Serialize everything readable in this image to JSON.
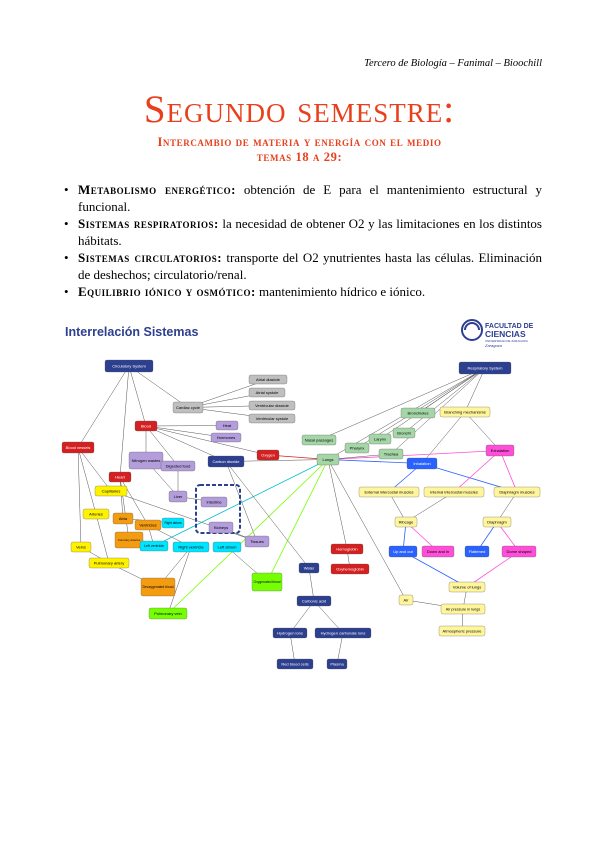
{
  "header_note": "Tercero de Biología – Fanimal – Bioochill",
  "title": "Segundo semestre:",
  "subtitle1": "Intercambio de materia y energía con el medio",
  "subtitle2": "temas 18 a 29:",
  "topics": [
    {
      "term": "Metabolismo energético:",
      "text": " obtención de E para el mantenimiento estructural y funcional."
    },
    {
      "term": "Sistemas respiratorios:",
      "text": " la necesidad de obtener O2 y las limitaciones en los distintos hábitats."
    },
    {
      "term": "Sistemas circulatorios:",
      "text": " transporte del O2 ynutrientes hasta las células. Eliminación de deshechos; circulatorio/renal."
    },
    {
      "term": "Equilibrio iónico y osmótico:",
      "text": " mantenimiento hídrico e iónico."
    }
  ],
  "figure": {
    "title": "Interrelación Sistemas",
    "logo": {
      "line1": "FACULTAD DE",
      "line2": "CIENCIAS",
      "line3": "UNIVERSIDAD DE ZARAGOZA",
      "line4": "Zaragoza"
    },
    "nodes": [
      {
        "id": "circ",
        "label": "Circulatory System",
        "color": "#2d3f8f",
        "fg": "#fff"
      },
      {
        "id": "resp",
        "label": "Respiratory System",
        "color": "#2d3f8f",
        "fg": "#fff"
      },
      {
        "id": "cardiac",
        "label": "Cardiac cycle",
        "color": "#bfbfbf",
        "fg": "#000"
      },
      {
        "id": "atrial_d",
        "label": "Atrial diastole",
        "color": "#bfbfbf",
        "fg": "#000"
      },
      {
        "id": "atrial_s",
        "label": "Atrial systole",
        "color": "#bfbfbf",
        "fg": "#000"
      },
      {
        "id": "vent_d",
        "label": "Ventricular diastole",
        "color": "#bfbfbf",
        "fg": "#000"
      },
      {
        "id": "vent_s",
        "label": "Ventricular systole",
        "color": "#bfbfbf",
        "fg": "#000"
      },
      {
        "id": "bloodvessels",
        "label": "Blood vessels",
        "color": "#d42020",
        "fg": "#fff"
      },
      {
        "id": "blood",
        "label": "Blood",
        "color": "#d42020",
        "fg": "#fff"
      },
      {
        "id": "heart",
        "label": "Heart",
        "color": "#d42020",
        "fg": "#fff"
      },
      {
        "id": "heat",
        "label": "Heat",
        "color": "#b39ddb",
        "fg": "#000"
      },
      {
        "id": "hormones",
        "label": "Hormones",
        "color": "#b39ddb",
        "fg": "#000"
      },
      {
        "id": "nitrogen",
        "label": "Nitrogen wastes",
        "color": "#b39ddb",
        "fg": "#000"
      },
      {
        "id": "digested",
        "label": "Digested food",
        "color": "#b39ddb",
        "fg": "#000"
      },
      {
        "id": "liver",
        "label": "Liver",
        "color": "#b39ddb",
        "fg": "#000"
      },
      {
        "id": "intestine",
        "label": "Intestine",
        "color": "#b39ddb",
        "fg": "#000"
      },
      {
        "id": "kidneys",
        "label": "Kidneys",
        "color": "#b39ddb",
        "fg": "#000"
      },
      {
        "id": "tissues",
        "label": "Tissues",
        "color": "#b39ddb",
        "fg": "#000"
      },
      {
        "id": "co2",
        "label": "Carbon dioxide",
        "color": "#2d3f8f",
        "fg": "#fff"
      },
      {
        "id": "oxygen",
        "label": "Oxygen",
        "color": "#d42020",
        "fg": "#fff"
      },
      {
        "id": "lungs",
        "label": "Lungs",
        "color": "#a5d6a7",
        "fg": "#000"
      },
      {
        "id": "nasal",
        "label": "Nasal passages",
        "color": "#a5d6a7",
        "fg": "#000"
      },
      {
        "id": "pharynx",
        "label": "Pharynx",
        "color": "#a5d6a7",
        "fg": "#000"
      },
      {
        "id": "larynx",
        "label": "Larynx",
        "color": "#a5d6a7",
        "fg": "#000"
      },
      {
        "id": "trachea",
        "label": "Trachea",
        "color": "#a5d6a7",
        "fg": "#000"
      },
      {
        "id": "bronchi",
        "label": "Bronchi",
        "color": "#a5d6a7",
        "fg": "#000"
      },
      {
        "id": "bronchioles",
        "label": "Bronchioles",
        "color": "#a5d6a7",
        "fg": "#000"
      },
      {
        "id": "branching",
        "label": "Branching mechanisms",
        "color": "#fff59d",
        "fg": "#000"
      },
      {
        "id": "capillaries",
        "label": "Capillaries",
        "color": "#fff200",
        "fg": "#000"
      },
      {
        "id": "arteries",
        "label": "Arteries",
        "color": "#fff200",
        "fg": "#000"
      },
      {
        "id": "veins",
        "label": "Veins",
        "color": "#fff200",
        "fg": "#000"
      },
      {
        "id": "atria",
        "label": "Atria",
        "color": "#f39c12",
        "fg": "#000"
      },
      {
        "id": "ventricles",
        "label": "Ventricles",
        "color": "#f39c12",
        "fg": "#000"
      },
      {
        "id": "coronary",
        "label": "Coronary arteries",
        "color": "#f39c12",
        "fg": "#000"
      },
      {
        "id": "pulm_artery",
        "label": "Pulmonary artery",
        "color": "#fff200",
        "fg": "#000"
      },
      {
        "id": "deoxy",
        "label": "Deoxygenated blood",
        "color": "#f39c12",
        "fg": "#000"
      },
      {
        "id": "pulm_vein",
        "label": "Pulmonary vein",
        "color": "#76ff03",
        "fg": "#000"
      },
      {
        "id": "right_atrium",
        "label": "Right atrium",
        "color": "#00e5ff",
        "fg": "#000"
      },
      {
        "id": "left_ventricle",
        "label": "Left ventricle",
        "color": "#00e5ff",
        "fg": "#000"
      },
      {
        "id": "right_vent",
        "label": "Right ventricle",
        "color": "#00e5ff",
        "fg": "#000"
      },
      {
        "id": "left_atrium",
        "label": "Left atrium",
        "color": "#00e5ff",
        "fg": "#000"
      },
      {
        "id": "oxy",
        "label": "Oxygenated blood",
        "color": "#76ff03",
        "fg": "#000"
      },
      {
        "id": "hemoglobin",
        "label": "Hemoglobin",
        "color": "#d42020",
        "fg": "#fff"
      },
      {
        "id": "oxyhemo",
        "label": "Oxyhemoglobin",
        "color": "#d42020",
        "fg": "#fff"
      },
      {
        "id": "water",
        "label": "Water",
        "color": "#2d3f8f",
        "fg": "#fff"
      },
      {
        "id": "carbonic",
        "label": "Carbonic acid",
        "color": "#2d3f8f",
        "fg": "#fff"
      },
      {
        "id": "hydrogen",
        "label": "Hydrogen ions",
        "color": "#2d3f8f",
        "fg": "#fff"
      },
      {
        "id": "bicarb",
        "label": "Hydrogen carbonate ions",
        "color": "#2d3f8f",
        "fg": "#fff"
      },
      {
        "id": "rbc",
        "label": "Red blood cells",
        "color": "#2d3f8f",
        "fg": "#fff"
      },
      {
        "id": "plasma",
        "label": "Plasma",
        "color": "#2d3f8f",
        "fg": "#fff"
      },
      {
        "id": "exhalation",
        "label": "Exhalation",
        "color": "#ff4fd8",
        "fg": "#000"
      },
      {
        "id": "inhalation",
        "label": "Inhalation",
        "color": "#2962ff",
        "fg": "#fff"
      },
      {
        "id": "ext_ic",
        "label": "External intercostal muscles",
        "color": "#fff59d",
        "fg": "#000"
      },
      {
        "id": "int_ic",
        "label": "Internal intercostal muscles",
        "color": "#fff59d",
        "fg": "#000"
      },
      {
        "id": "diaphragm_m",
        "label": "Diaphragm muscles",
        "color": "#fff59d",
        "fg": "#000"
      },
      {
        "id": "ribcage",
        "label": "Ribcage",
        "color": "#fff59d",
        "fg": "#000"
      },
      {
        "id": "diaphragm",
        "label": "Diaphragm",
        "color": "#fff59d",
        "fg": "#000"
      },
      {
        "id": "up_out",
        "label": "Up and out",
        "color": "#2962ff",
        "fg": "#fff"
      },
      {
        "id": "down_in",
        "label": "Down and in",
        "color": "#ff4fd8",
        "fg": "#000"
      },
      {
        "id": "flattened",
        "label": "Flattened",
        "color": "#2962ff",
        "fg": "#fff"
      },
      {
        "id": "dome",
        "label": "Dome shaped",
        "color": "#ff4fd8",
        "fg": "#000"
      },
      {
        "id": "air",
        "label": "Air",
        "color": "#fff59d",
        "fg": "#000"
      },
      {
        "id": "vol_lungs",
        "label": "Volume of lungs",
        "color": "#fff59d",
        "fg": "#000"
      },
      {
        "id": "air_pressure",
        "label": "Air pressure in lungs",
        "color": "#fff59d",
        "fg": "#000"
      },
      {
        "id": "atm_pressure",
        "label": "Atmospheric pressure",
        "color": "#fff59d",
        "fg": "#000"
      }
    ]
  }
}
